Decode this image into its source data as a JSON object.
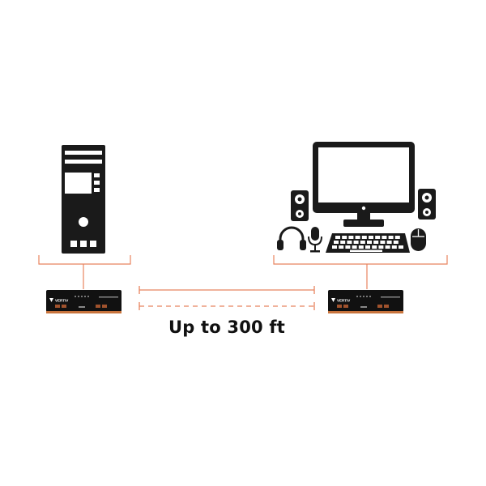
{
  "distance_label": "Up to 300 ft",
  "devices": {
    "left_extender": {
      "brand": "VERTIV"
    },
    "right_extender": {
      "brand": "VERTIV"
    }
  },
  "icons": {
    "computer": "desktop-tower-icon",
    "monitor": "monitor-icon",
    "speakers": "speaker-icon",
    "headphones": "headphones-icon",
    "microphone": "microphone-icon",
    "keyboard": "keyboard-icon",
    "mouse": "mouse-icon"
  },
  "colors": {
    "accent_line": "#e8845f",
    "device_body": "#111111",
    "device_trim": "#c8743d",
    "icon_fill": "#1a1a1a"
  }
}
